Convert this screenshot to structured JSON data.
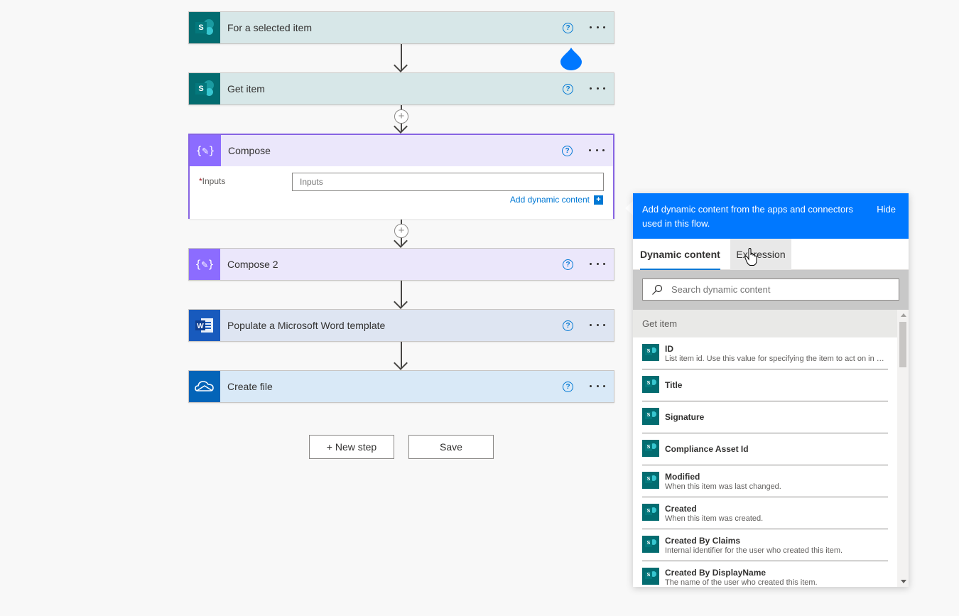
{
  "flow": {
    "steps": [
      {
        "title": "For a selected item"
      },
      {
        "title": "Get item"
      },
      {
        "title": "Compose"
      },
      {
        "title": "Compose 2"
      },
      {
        "title": "Populate a Microsoft Word template"
      },
      {
        "title": "Create file"
      }
    ],
    "help_glyph": "?",
    "compose": {
      "required_marker": "*",
      "input_label": "Inputs",
      "input_placeholder": "Inputs",
      "add_dynamic_label": "Add dynamic content",
      "add_dynamic_glyph": "+"
    },
    "new_step_label": "+ New step",
    "save_label": "Save"
  },
  "icons": {
    "sharepoint": "sharepoint-icon",
    "sharepoint_letter": "S",
    "compose": "data-operations-icon",
    "compose_glyph": "{✎}",
    "word": "word-icon",
    "word_letter": "W",
    "onedrive": "onedrive-icon"
  },
  "panel": {
    "header_text": "Add dynamic content from the apps and connectors used in this flow.",
    "hide_label": "Hide",
    "tabs": [
      {
        "label": "Dynamic content",
        "active": true
      },
      {
        "label": "Expression",
        "active": false
      }
    ],
    "search_placeholder": "Search dynamic content",
    "group_title": "Get item",
    "items": [
      {
        "name": "ID",
        "desc": "List item id. Use this value for specifying the item to act on in other actions."
      },
      {
        "name": "Title",
        "desc": ""
      },
      {
        "name": "Signature",
        "desc": ""
      },
      {
        "name": "Compliance Asset Id",
        "desc": ""
      },
      {
        "name": "Modified",
        "desc": "When this item was last changed."
      },
      {
        "name": "Created",
        "desc": "When this item was created."
      },
      {
        "name": "Created By Claims",
        "desc": "Internal identifier for the user who created this item."
      },
      {
        "name": "Created By DisplayName",
        "desc": "The name of the user who created this item."
      }
    ]
  },
  "colors": {
    "accent": "#0078d4",
    "panel_header": "#0078ff",
    "selected_border": "#8764e3"
  }
}
